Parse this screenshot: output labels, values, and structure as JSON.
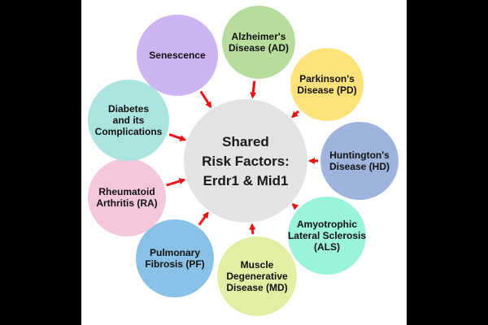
{
  "center": {
    "lines": [
      "Shared",
      "Risk Factors:",
      "Erdr1 & Mid1"
    ],
    "fill": "#e3e3e3"
  },
  "arrow_color": "#ee1111",
  "nodes": [
    {
      "id": "alzheimers",
      "lines": [
        "Alzheimer's",
        "Disease (AD)"
      ],
      "fill": "#b7dc9c"
    },
    {
      "id": "parkinsons",
      "lines": [
        "Parkinson's",
        "Disease (PD)"
      ],
      "fill": "#fde17a"
    },
    {
      "id": "huntingtons",
      "lines": [
        "Huntington's",
        "Disease (HD)"
      ],
      "fill": "#9fb4dd"
    },
    {
      "id": "als",
      "lines": [
        "Amyotrophic",
        "Lateral Sclerosis",
        "(ALS)"
      ],
      "fill": "#9af3da"
    },
    {
      "id": "muscle-degenerative",
      "lines": [
        "Muscle",
        "Degenerative",
        "Disease (MD)"
      ],
      "fill": "#e2eea4"
    },
    {
      "id": "pulmonary-fibrosis",
      "lines": [
        "Pulmonary",
        "Fibrosis (PF)"
      ],
      "fill": "#89c2e6"
    },
    {
      "id": "rheumatoid-arthritis",
      "lines": [
        "Rheumatoid",
        "Arthritis (RA)"
      ],
      "fill": "#f5c7dc"
    },
    {
      "id": "diabetes",
      "lines": [
        "Diabetes",
        "and its",
        "Complications"
      ],
      "fill": "#abe3e0"
    },
    {
      "id": "senescence",
      "lines": [
        "Senescence"
      ],
      "fill": "#cdb3f2"
    }
  ]
}
